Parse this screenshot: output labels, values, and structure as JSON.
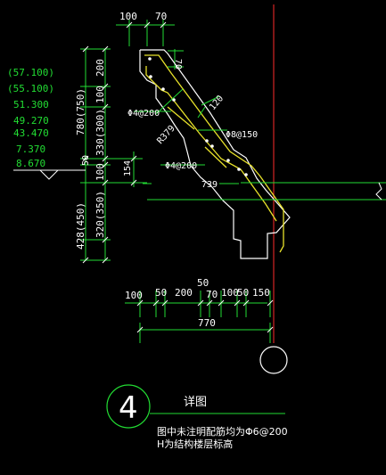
{
  "detail": {
    "number": "4",
    "title": "详图",
    "notes": [
      "图中未注明配筋均为Φ6@200",
      "H为结构楼层标高"
    ]
  },
  "top_dims": [
    "100",
    "70"
  ],
  "right_top_dim": "70",
  "rebar_labels": {
    "a": "Φ4@200",
    "b": "120",
    "c": "R379",
    "d": "Φ8@150",
    "e": "Φ4@200",
    "f": "739"
  },
  "vertical_dims": {
    "left_totals": [
      "780(750)",
      "428(450)"
    ],
    "inner": [
      "200",
      "100",
      "330(300)",
      "50",
      "100",
      "320(350)"
    ],
    "mid": "154"
  },
  "levels": [
    "(57.100)",
    "(55.100)",
    "51.300",
    "49.270",
    "43.470",
    "7.370",
    "8.670"
  ],
  "bottom_dims": {
    "row1": [
      "100",
      "50",
      "200",
      "50",
      "70",
      "100",
      "50",
      "150"
    ],
    "total": "770"
  }
}
